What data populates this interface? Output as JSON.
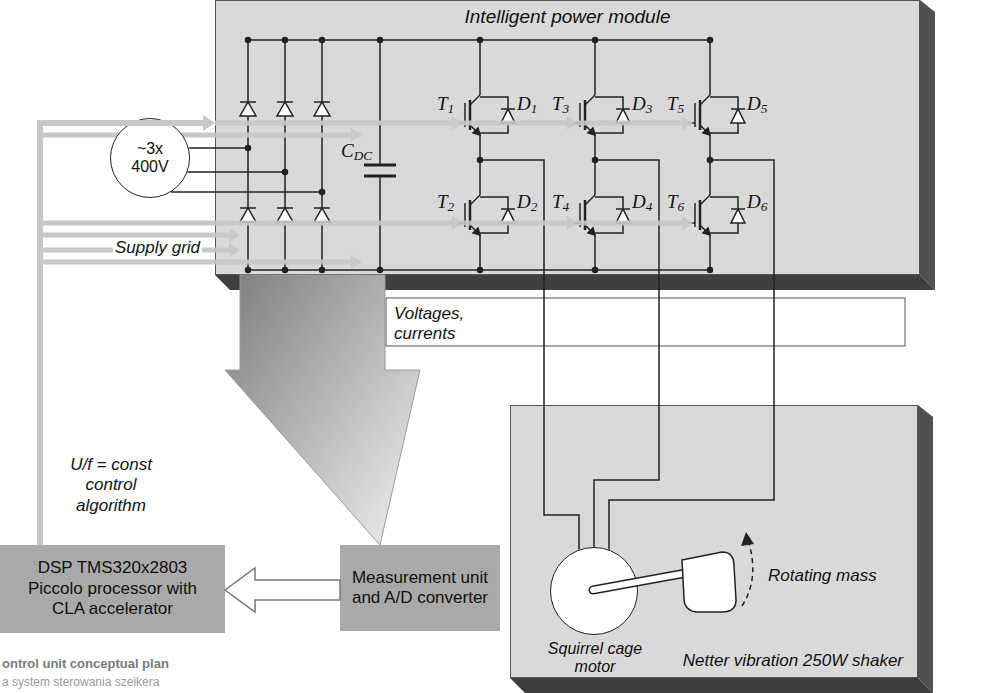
{
  "diagram": {
    "caption": "ontrol unit conceptual plan",
    "nodes": [
      {
        "text": [
          "Intelligent power module"
        ]
      },
      {
        "text": [
          "~3x 400V"
        ]
      },
      {
        "text": [
          "DSP TMS320x2803 Piccolo processor with CLA accelerator"
        ]
      },
      {
        "text": [
          "Measurement unit and A/D converter"
        ]
      },
      {
        "text": [
          "Netter vibration 250W shaker"
        ]
      },
      {
        "text": [
          "Squirrel cage motor"
        ],
        "in": 4
      }
    ],
    "edges": [
      {
        "from": 0,
        "to": 3,
        "arrow": "to",
        "label": "Voltages, currents"
      },
      {
        "from": 1,
        "to": 0,
        "arrow": "none"
      },
      {
        "from": 2,
        "to": 0,
        "arrow": "to",
        "label": "U/f = const control algorithm"
      },
      {
        "from": 3,
        "to": 2,
        "arrow": "to"
      },
      {
        "from": 0,
        "to": 5,
        "arrow": "none"
      }
    ],
    "labels": [
      "T1",
      "D1",
      "T3",
      "D3",
      "T5",
      "D5",
      "T2",
      "D2",
      "T4",
      "D4",
      "T6",
      "D6",
      "CDC",
      "Supply grid",
      "Rotating mass",
      "a system sterowania szeikera"
    ]
  }
}
